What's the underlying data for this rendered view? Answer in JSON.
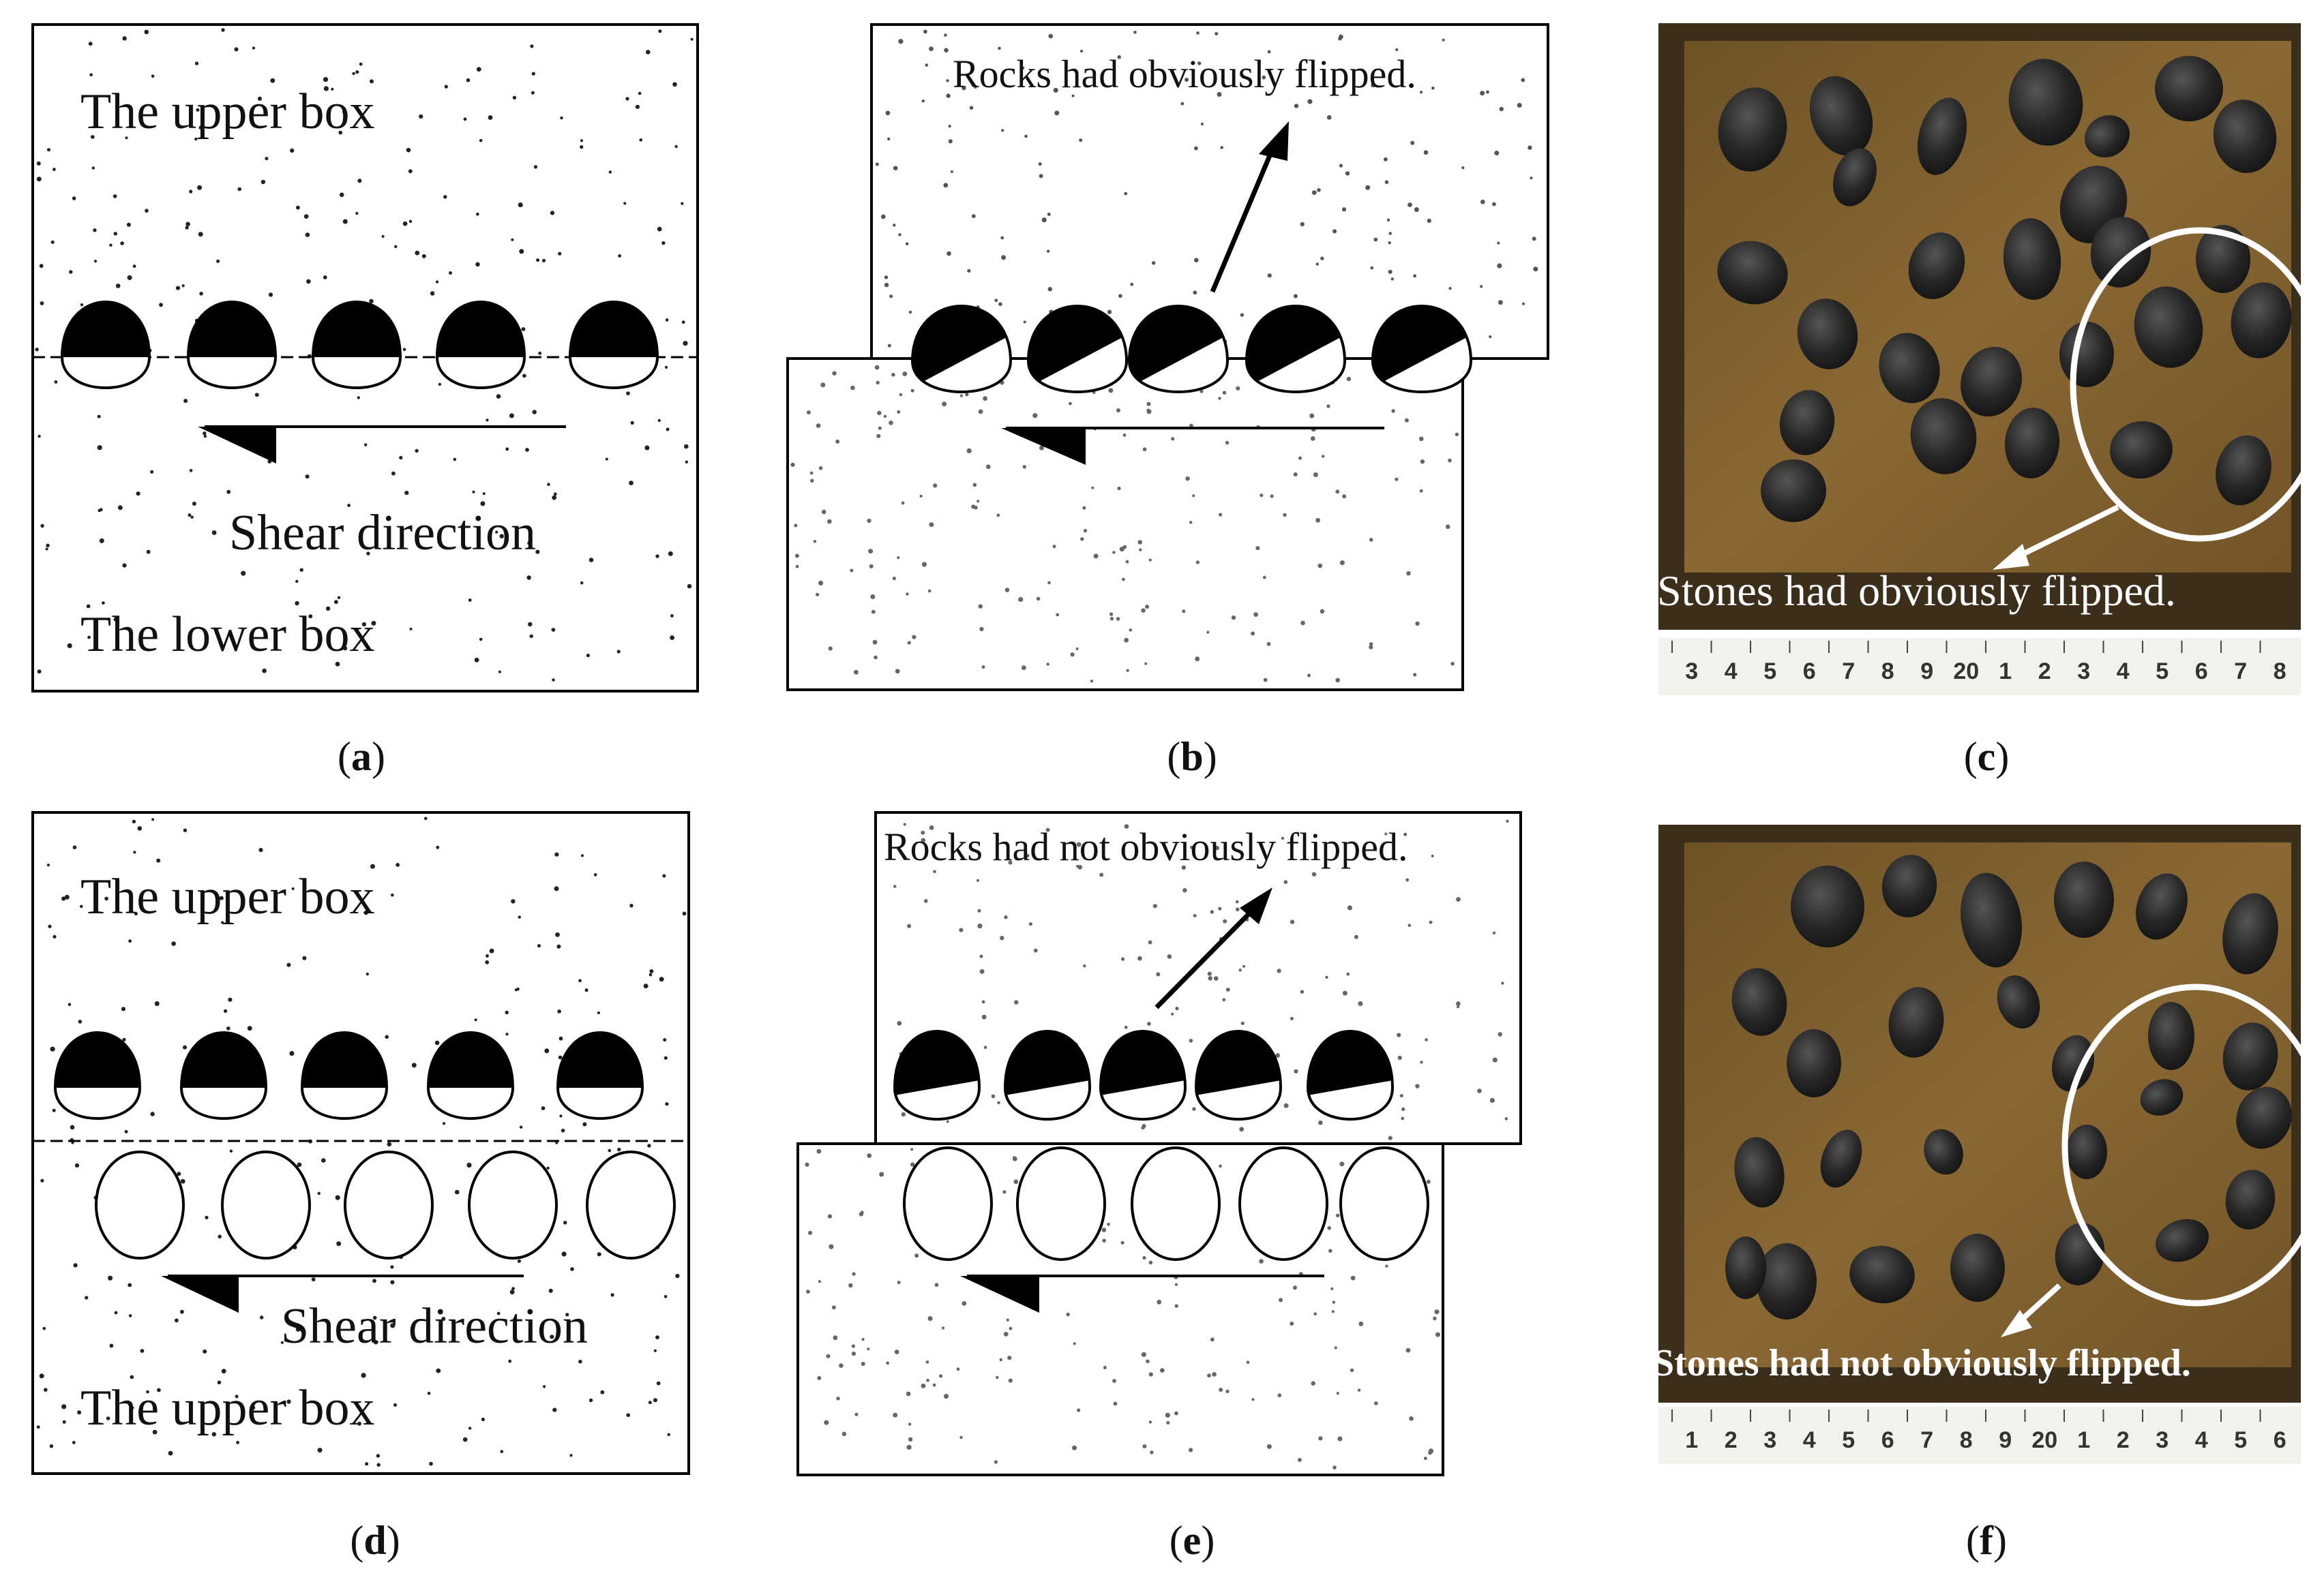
{
  "panels": {
    "a": {
      "caption_letter": "a",
      "upper_label": "The upper box",
      "lower_label": "The lower box",
      "arrow_label": "Shear direction"
    },
    "b": {
      "caption_letter": "b",
      "note": "Rocks had obviously flipped."
    },
    "c": {
      "caption_letter": "c",
      "note": "Stones had obviously flipped.",
      "ruler": [
        "3",
        "4",
        "5",
        "6",
        "7",
        "8",
        "9",
        "20",
        "1",
        "2",
        "3",
        "4",
        "5",
        "6",
        "7",
        "8"
      ]
    },
    "d": {
      "caption_letter": "d",
      "upper_label": "The upper box",
      "lower_label": "The upper box",
      "arrow_label": "Shear direction"
    },
    "e": {
      "caption_letter": "e",
      "note": "Rocks had not obviously flipped."
    },
    "f": {
      "caption_letter": "f",
      "note": "Stones had not obviously flipped.",
      "ruler": [
        "1",
        "2",
        "3",
        "4",
        "5",
        "6",
        "7",
        "8",
        "9",
        "20",
        "1",
        "2",
        "3",
        "4",
        "5",
        "6"
      ]
    }
  },
  "colors": {
    "rock_fill": "#000000",
    "soil_brown": "#7a5a2c",
    "stone_dark": "#2a2a2a",
    "annotation_white": "#ffffff"
  }
}
